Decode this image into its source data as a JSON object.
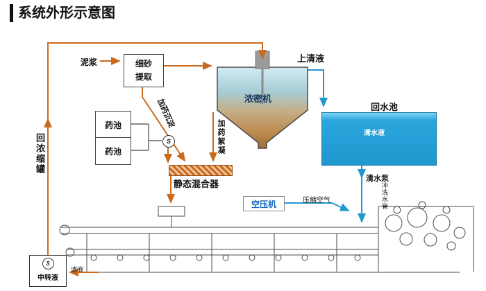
{
  "title": "系统外形示意图",
  "labels": {
    "mud": "泥浆",
    "sand_extraction": "细砂提取",
    "supernatant": "上清液",
    "thickener": "浓密机",
    "return_pool": "回水池",
    "clear_water": "清水液",
    "chem_tank_1": "药池",
    "chem_tank_2": "药池",
    "dosing_sedimentation": "加药沉淀",
    "dosing_flocculation": "加药絮凝",
    "static_mixer": "静态混合器",
    "return_concentrate_tank": "回浓缩罐",
    "air_compressor": "空压机",
    "compressed_air": "压缩空气",
    "clear_water_pump": "清水泵",
    "flush_water_pipe": "冲洗水管",
    "transfer_liquid": "中转液",
    "filtrate": "滤液",
    "pump_symbol_1": "S",
    "pump_symbol_2": "S"
  },
  "colors": {
    "pipe_orange": "#c96a1c",
    "water_blue": "#2196cf",
    "pool_fill": "#29a9e0",
    "tank_gradient_top": "#d2ecf4",
    "tank_gradient_bottom": "#a06e35",
    "machine_gray": "#4a4a4a",
    "compressor_text": "#1a6abf"
  }
}
